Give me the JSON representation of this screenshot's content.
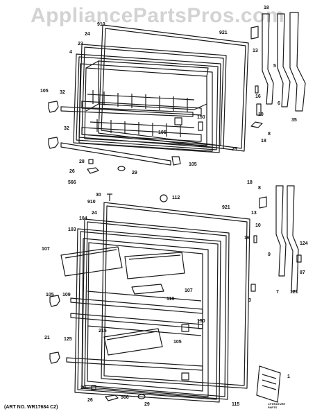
{
  "watermark": "AppliancePartsPros.com",
  "caption": "(ART NO. WR17684 C2)",
  "booklet_label": "LITERATURE PARTS",
  "top_door": {
    "labels": [
      "18",
      "910",
      "921",
      "24",
      "13",
      "23",
      "4",
      "5",
      "6",
      "35",
      "105",
      "32",
      "16",
      "150",
      "10",
      "105",
      "8",
      "32",
      "25",
      "18",
      "28",
      "26",
      "29",
      "105",
      "566"
    ]
  },
  "bottom_door": {
    "labels": [
      "30",
      "112",
      "18",
      "8",
      "910",
      "24",
      "921",
      "104",
      "13",
      "103",
      "10",
      "16",
      "107",
      "9",
      "124",
      "118",
      "107",
      "87",
      "105",
      "109",
      "150",
      "3",
      "215",
      "105",
      "21",
      "125",
      "7",
      "121",
      "1",
      "28",
      "26",
      "566",
      "29",
      "115"
    ]
  }
}
